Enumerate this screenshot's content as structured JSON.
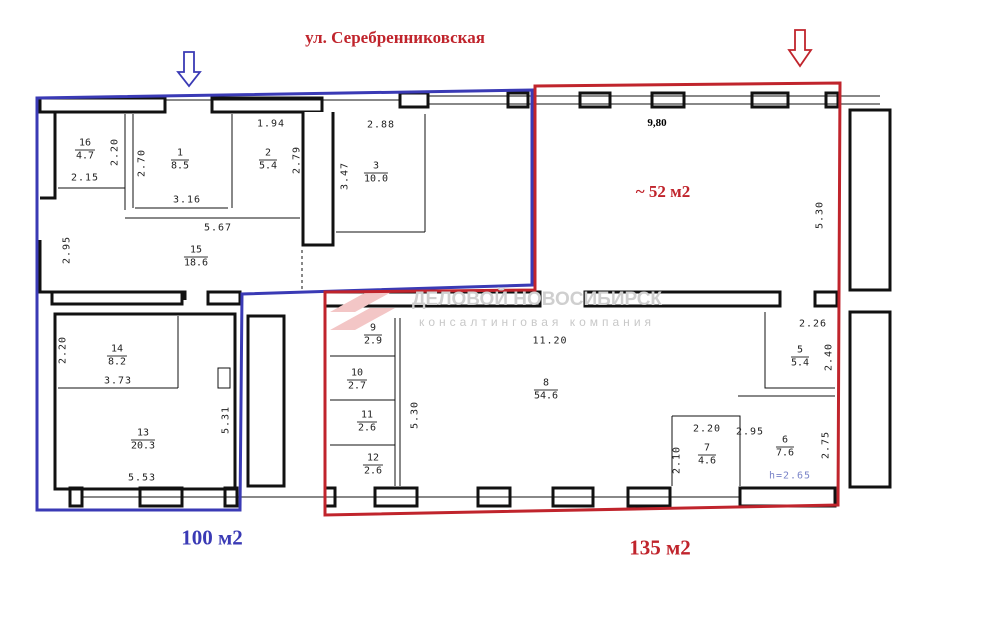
{
  "street": "ул. Серебренниковская",
  "colors": {
    "blue": "#3a3ab5",
    "red": "#c0242c",
    "wall": "#111111"
  },
  "areas": {
    "left": "100 м2",
    "right": "135 м2",
    "top_right": "~ 52 м2"
  },
  "top_right_width": "9,80",
  "height_note": "h=2.65",
  "watermark": {
    "title": "ДЕЛОВОЙ НОВОСИБИРСК",
    "subtitle": "консалтинговая компания"
  },
  "rooms": [
    {
      "num": "16",
      "area": "4.7"
    },
    {
      "num": "1",
      "area": "8.5"
    },
    {
      "num": "2",
      "area": "5.4"
    },
    {
      "num": "3",
      "area": "10.0"
    },
    {
      "num": "15",
      "area": "18.6"
    },
    {
      "num": "14",
      "area": "8.2"
    },
    {
      "num": "13",
      "area": "20.3"
    },
    {
      "num": "9",
      "area": "2.9"
    },
    {
      "num": "10",
      "area": "2.7"
    },
    {
      "num": "11",
      "area": "2.6"
    },
    {
      "num": "12",
      "area": "2.6"
    },
    {
      "num": "8",
      "area": "54.6"
    },
    {
      "num": "5",
      "area": "5.4"
    },
    {
      "num": "7",
      "area": "4.6"
    },
    {
      "num": "6",
      "area": "7.6"
    }
  ],
  "dims": [
    "2.20",
    "2.15",
    "2.70",
    "3.16",
    "1.94",
    "2.79",
    "2.88",
    "3.47",
    "5.67",
    "2.95",
    "2.20",
    "3.73",
    "5.31",
    "5.53",
    "5.30",
    "11.20",
    "2.26",
    "2.40",
    "2.20",
    "2.10",
    "2.95",
    "2.75",
    "5.30"
  ]
}
